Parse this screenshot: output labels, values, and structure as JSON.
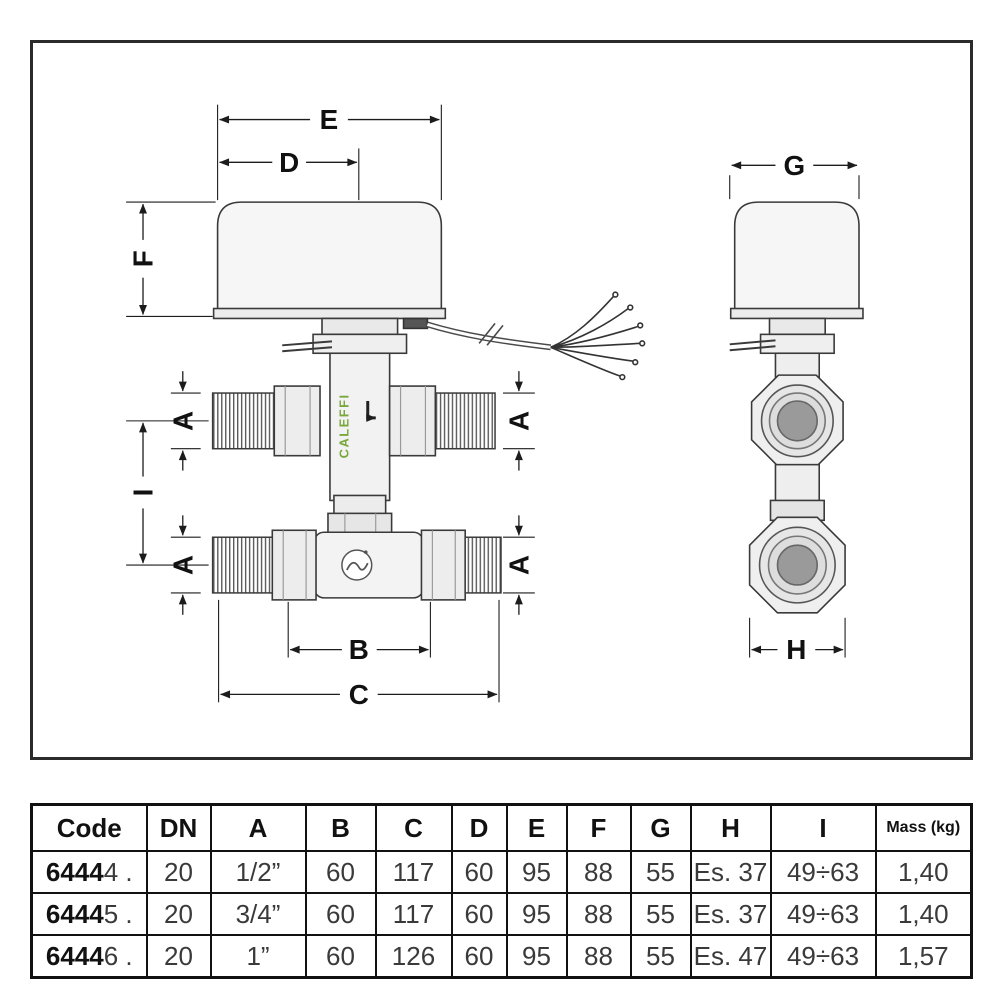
{
  "diagram": {
    "brand": "CALEFFI",
    "labels": {
      "A": "A",
      "B": "B",
      "C": "C",
      "D": "D",
      "E": "E",
      "F": "F",
      "G": "G",
      "H": "H",
      "I": "I"
    }
  },
  "table": {
    "headers": [
      "Code",
      "DN",
      "A",
      "B",
      "C",
      "D",
      "E",
      "F",
      "G",
      "H",
      "I",
      "Mass (kg)"
    ],
    "rows": [
      {
        "code_prefix": "6444",
        "code_suffix": "4 .",
        "dn": "20",
        "a": "1/2”",
        "b": "60",
        "c": "117",
        "d": "60",
        "e": "95",
        "f": "88",
        "g": "55",
        "h": "Es. 37",
        "i": "49÷63",
        "mass": "1,40"
      },
      {
        "code_prefix": "6444",
        "code_suffix": "5 .",
        "dn": "20",
        "a": "3/4”",
        "b": "60",
        "c": "117",
        "d": "60",
        "e": "95",
        "f": "88",
        "g": "55",
        "h": "Es. 37",
        "i": "49÷63",
        "mass": "1,40"
      },
      {
        "code_prefix": "6444",
        "code_suffix": "6 .",
        "dn": "20",
        "a": "1”",
        "b": "60",
        "c": "126",
        "d": "60",
        "e": "95",
        "f": "88",
        "g": "55",
        "h": "Es. 47",
        "i": "49÷63",
        "mass": "1,57"
      }
    ]
  }
}
